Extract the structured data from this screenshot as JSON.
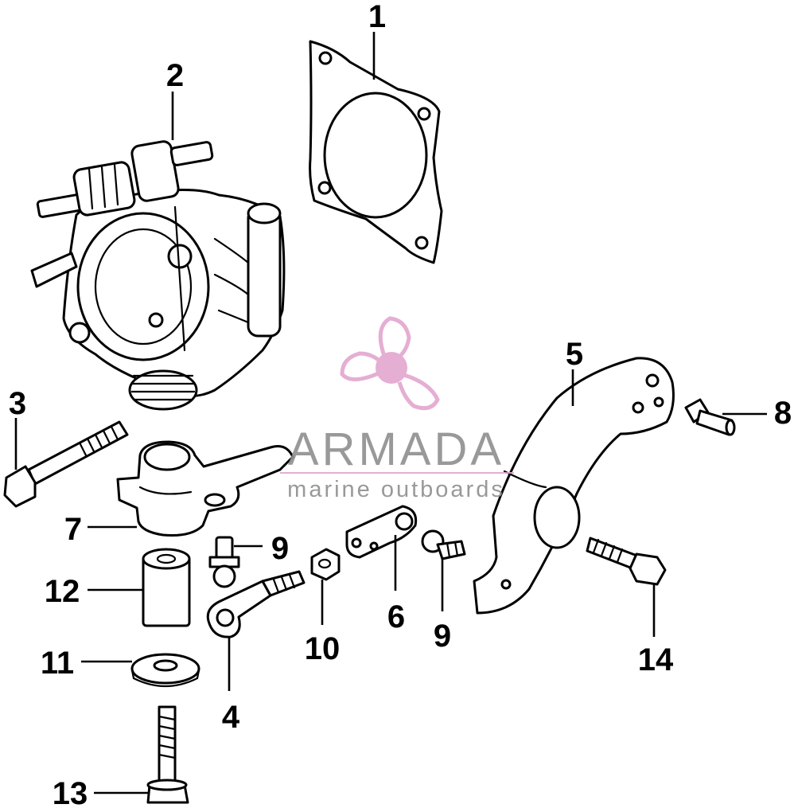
{
  "callouts": [
    {
      "id": "c1",
      "label": "1"
    },
    {
      "id": "c2",
      "label": "2"
    },
    {
      "id": "c3",
      "label": "3"
    },
    {
      "id": "c4",
      "label": "4"
    },
    {
      "id": "c5",
      "label": "5"
    },
    {
      "id": "c6",
      "label": "6"
    },
    {
      "id": "c7",
      "label": "7"
    },
    {
      "id": "c8",
      "label": "8"
    },
    {
      "id": "c9a",
      "label": "9"
    },
    {
      "id": "c9b",
      "label": "9"
    },
    {
      "id": "c10",
      "label": "10"
    },
    {
      "id": "c11",
      "label": "11"
    },
    {
      "id": "c12",
      "label": "12"
    },
    {
      "id": "c13",
      "label": "13"
    },
    {
      "id": "c14",
      "label": "14"
    }
  ],
  "watermark": {
    "brand": "ARMADA",
    "tagline": "marine outboards",
    "logo_icon": "propeller-icon",
    "logo_color": "#e3a6cf",
    "text_color": "#8f8f8f"
  }
}
